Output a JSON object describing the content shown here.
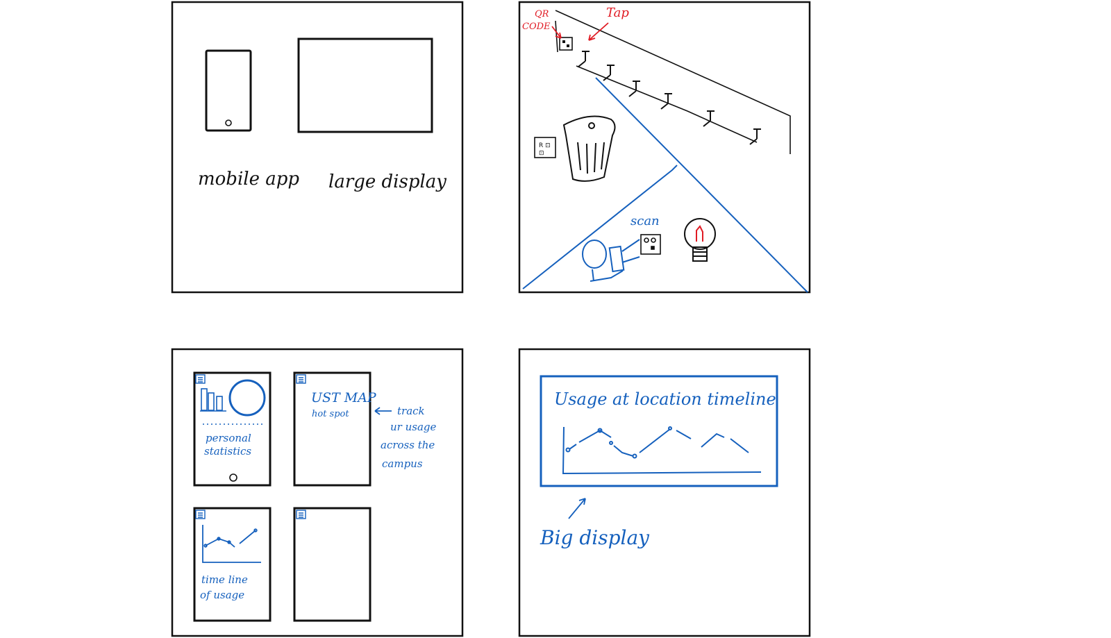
{
  "colors": {
    "ink": "#111111",
    "blue": "#1560bd",
    "red": "#e01b24"
  },
  "panel1": {
    "mobile_label": "mobile app",
    "display_label": "large display"
  },
  "panel2": {
    "qr_label_line1": "QR",
    "qr_label_line2": "CODE",
    "tap_label": "Tap",
    "scan_label": "scan"
  },
  "panel3": {
    "stats_label_line1": "personal",
    "stats_label_line2": "statistics",
    "map_title": "UST MAP",
    "map_subtitle": "hot spot",
    "track_note_line1": "track",
    "track_note_line2": "ur usage",
    "track_note_line3": "across the",
    "track_note_line4": "campus",
    "timeline_label_line1": "time line",
    "timeline_label_line2": "of usage"
  },
  "panel4": {
    "screen_title": "Usage at location timeline",
    "big_display_label": "Big display"
  }
}
